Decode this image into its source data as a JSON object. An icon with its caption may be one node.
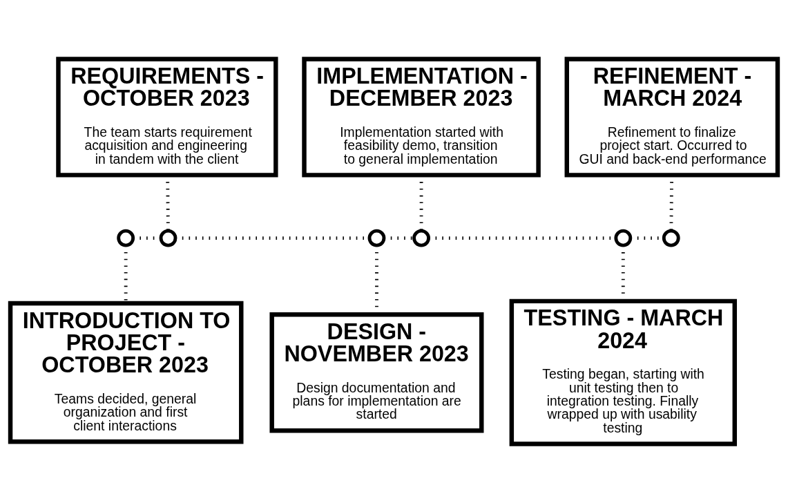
{
  "diagram": {
    "nodes": [
      {
        "text": [
          "REQUIREMENTS - OCTOBER 2023",
          "The team starts requirement acquisition and engineering in tandem with the client"
        ]
      },
      {
        "text": [
          "IMPLEMENTATION - DECEMBER 2023",
          "Implementation started with feasibility demo, transition to general implementation"
        ]
      },
      {
        "text": [
          "REFINEMENT - MARCH 2024",
          "Refinement to finalize project start. Occurred to GUI and back-end performance"
        ]
      },
      {
        "text": [],
        "shape": "circle"
      },
      {
        "text": [],
        "shape": "circle"
      },
      {
        "text": [],
        "shape": "circle"
      },
      {
        "text": [],
        "shape": "circle"
      },
      {
        "text": [],
        "shape": "circle"
      },
      {
        "text": [],
        "shape": "circle"
      },
      {
        "text": [
          "INTRODUCTION TO PROJECT - OCTOBER 2023",
          "Teams decided, general organization and first client interactions"
        ]
      },
      {
        "text": [
          "DESIGN - NOVEMBER 2023",
          "Design documentation and plans for implementation are started"
        ]
      },
      {
        "text": [
          "TESTING - MARCH 2024",
          "Testing began, starting with unit testing then to integration testing. Finally wrapped up with usability testing"
        ]
      }
    ],
    "edges": [
      {
        "from": 0,
        "to": 4,
        "arrow": "none"
      },
      {
        "from": 1,
        "to": 6,
        "arrow": "none"
      },
      {
        "from": 2,
        "to": 8,
        "arrow": "none"
      },
      {
        "from": 3,
        "to": 4,
        "arrow": "none"
      },
      {
        "from": 4,
        "to": 5,
        "arrow": "none"
      },
      {
        "from": 5,
        "to": 6,
        "arrow": "none"
      },
      {
        "from": 6,
        "to": 7,
        "arrow": "none"
      },
      {
        "from": 7,
        "to": 8,
        "arrow": "none"
      },
      {
        "from": 3,
        "to": 9,
        "arrow": "none"
      },
      {
        "from": 5,
        "to": 10,
        "arrow": "none"
      },
      {
        "from": 7,
        "to": 11,
        "arrow": "none"
      }
    ]
  }
}
